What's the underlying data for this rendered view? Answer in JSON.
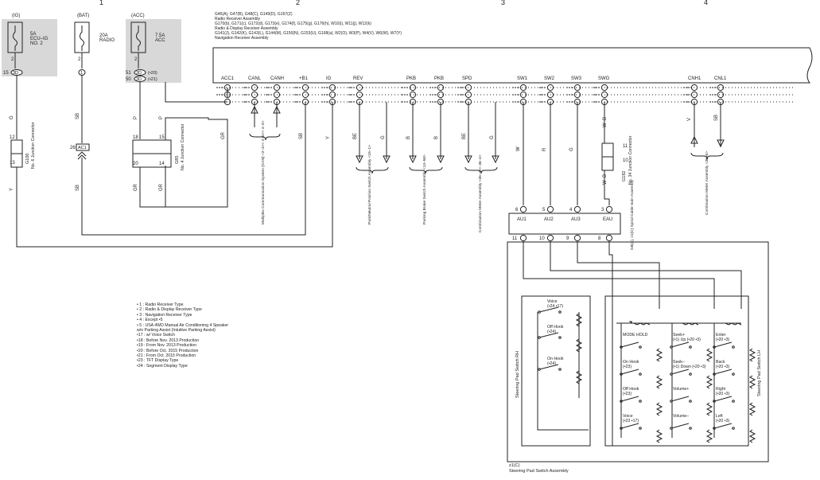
{
  "header_lines": [
    "G46(A), G47(B), G48(C), G149(D), G167(Z)",
    "Radio Receiver Assembly",
    "G170(b), G171(c), G172(d), G173(e), G174(f), G175(g), G176(h), W10(i), W11(j), W12(k)",
    "Radio & Display Receiver Assembly",
    "G141(J), G142(K), G143(L), G144(M), G150(N), G153(U), G168(a), W2(O), W3(P), W4(V), W6(W), W7(Y)",
    "Navigation Receiver Assembly"
  ],
  "top_ruler": [
    "1",
    "2",
    "3",
    "4"
  ],
  "fuses": [
    {
      "source": "(IG)",
      "rating": "5A",
      "name": "ECU–IG",
      "name2": "NO. 2",
      "pin_top": "2",
      "conn": "15",
      "conn_id": "3D"
    },
    {
      "source": "(BAT)",
      "rating": "20A",
      "name": "RADIO",
      "name2": "",
      "pin_top": "2",
      "conn": "1",
      "conn_id": ""
    },
    {
      "source": "(ACC)",
      "rating": "7.5A",
      "name": "ACC",
      "name2": "",
      "pin_top": "2",
      "conn": "51",
      "conn_id": "3D",
      "conn2": "50",
      "note1": "(•20)",
      "note2": "(•21)"
    }
  ],
  "terminals": [
    "ACC1",
    "CANL",
    "CANH",
    "+B1",
    "IG",
    "REV",
    "PKB",
    "PKB",
    "SPD",
    "SW1",
    "SW2",
    "SW3",
    "SWG",
    "CNH1",
    "CNL1"
  ],
  "wire_labels": {
    "g": "G",
    "sb": "SB",
    "p": "P",
    "gr": "GR",
    "y": "Y",
    "be": "BE",
    "b": "B",
    "w": "W",
    "r": "R",
    "wb": "W–B",
    "v": "V"
  },
  "junctions": {
    "j1_pins": [
      "12",
      "13"
    ],
    "j1_name": "G100",
    "j1_desc": "No. 6 Junction Connector",
    "acc1_pin": "26",
    "acc1_id": "AC1",
    "j4_pins": [
      "18",
      "15",
      "20",
      "14"
    ],
    "j4_name": "G85",
    "j4_desc": "No. 4 Junction Connector",
    "j34_pins": [
      "11",
      "10"
    ],
    "j34_name": "G182",
    "j34_desc": "No. 34 Junction Connector"
  },
  "destinations": {
    "multiplex": "Multiplex Communication System (CAN) <2–3>< 2–6>< 4–3>",
    "parkneutral": "Park/Neutral Position Switch Assembly <15–1>",
    "parkingbrake": "Parking Brake Switch Assembly <13–58>",
    "combo1": "Combination Meter Assembly <36–3>< 36–4>",
    "combo2": "Combination Meter Assembly <36–6>"
  },
  "spiral_cable": {
    "label": "G8(A), z1(C) Spiral Cable Sub–Assembly",
    "terminals": [
      "AU1",
      "AU2",
      "AU3",
      "EAU"
    ],
    "top_pins": [
      "6",
      "5",
      "4",
      "3"
    ],
    "bottom_pins": [
      "11",
      "10",
      "9",
      "8"
    ]
  },
  "switch_rh": {
    "title": "Steering Pad Switch RH",
    "items": [
      "Voice (•24 •17)",
      "Off Hook (•24)",
      "On Hook (•24)"
    ]
  },
  "switch_lh": {
    "title": "Steering Pad Switch LH",
    "items": [
      "MODE HOLD",
      "Seek+ (•1) Up (•20 •3)",
      "Enter (•20 •3)",
      "On Hook (•23)",
      "Seek– (•1) Down (•20 •3)",
      "Back (•20 •3)",
      "Off Hook (•23)",
      "Volume+",
      "Right (•20 •3)",
      "Voice (•23 •17)",
      "Volume–",
      "Left (•20 •3)"
    ]
  },
  "footer": {
    "code": "z1(C)",
    "name": "Steering Pad Switch Assembly"
  },
  "legend": [
    "• 1 : Radio Receiver Type",
    "• 2 : Radio & Display Receiver Type",
    "• 3 : Navigation Receiver Type",
    "• 4 : Except •5",
    "• 5 : USA 4WD Manual Air Conditioning 4 Speaker",
    "        w/o Parking Assist (Intuitive Parking Assist)",
    "•17 : w/ Voice Switch",
    "•18 : Before Nov.  2013 Production",
    "•19 : From Nov.  2013 Production",
    "•20 : Before Oct.  2015 Production",
    "•21 : From Oct.  2015 Production",
    "•23 : TFT Display Type",
    "•24 : Segment Display Type"
  ]
}
